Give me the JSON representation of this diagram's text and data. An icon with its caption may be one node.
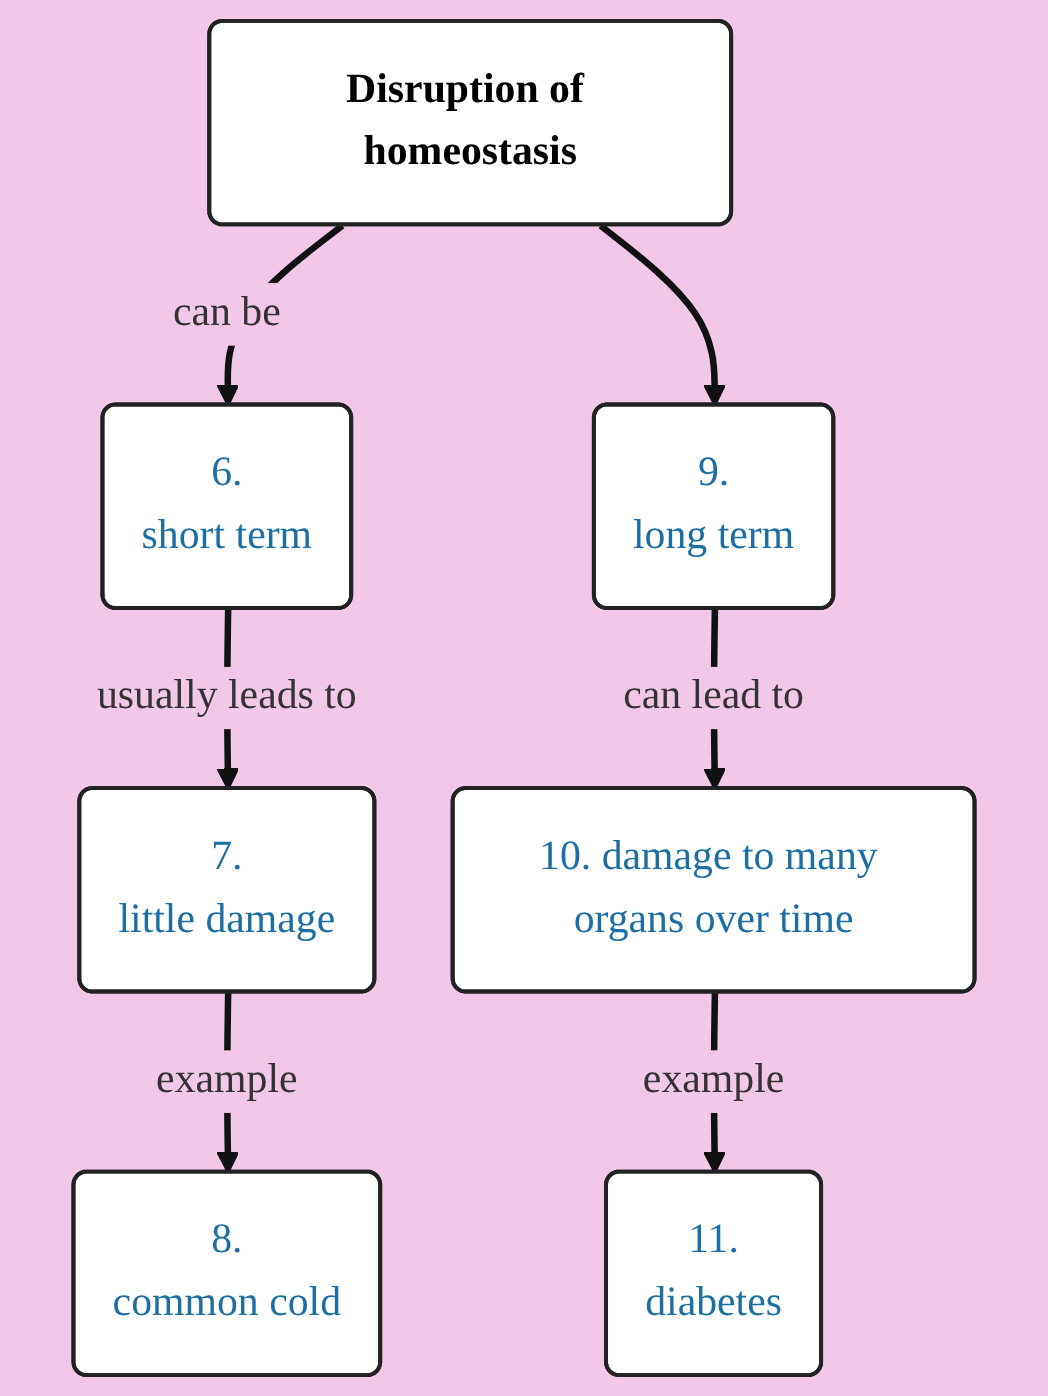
{
  "diagram": {
    "nodes": [
      {
        "text": [
          "Disruption of homeostasis"
        ]
      },
      {
        "text": [
          "6.",
          "short term"
        ]
      },
      {
        "text": [
          "7.",
          "little damage"
        ]
      },
      {
        "text": [
          "8.",
          "common cold"
        ]
      },
      {
        "text": [
          "9.",
          "long term"
        ]
      },
      {
        "text": [
          "10. damage to many organs over time"
        ]
      },
      {
        "text": [
          "11.",
          "diabetes"
        ]
      }
    ],
    "edges": [
      {
        "from": 0,
        "to": 1,
        "arrow": "to",
        "label": "can be"
      },
      {
        "from": 0,
        "to": 4,
        "arrow": "to"
      },
      {
        "from": 1,
        "to": 2,
        "arrow": "to",
        "label": "usually leads to"
      },
      {
        "from": 2,
        "to": 3,
        "arrow": "to",
        "label": "example"
      },
      {
        "from": 4,
        "to": 5,
        "arrow": "to",
        "label": "can lead to"
      },
      {
        "from": 5,
        "to": 6,
        "arrow": "to",
        "label": "example"
      }
    ]
  }
}
